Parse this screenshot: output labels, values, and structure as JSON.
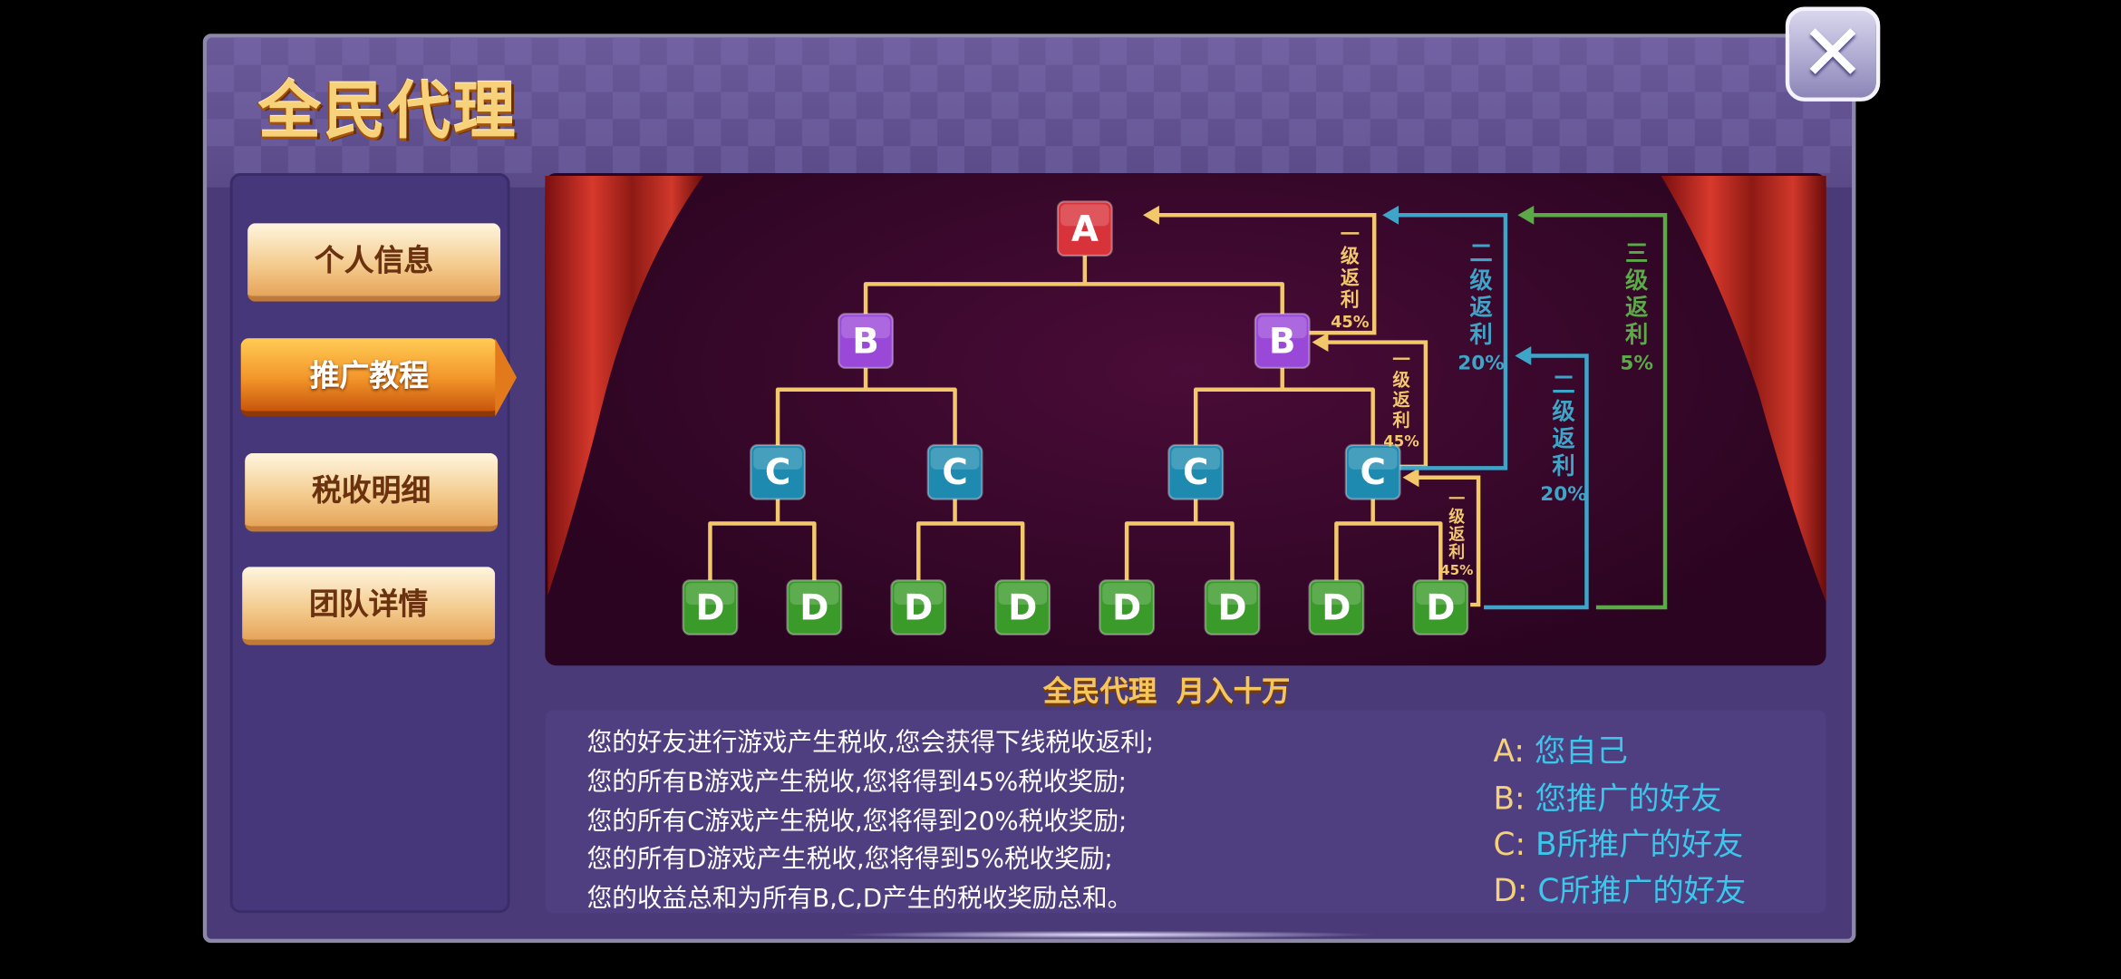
{
  "header": {
    "title": "全民代理",
    "close_icon": "close-icon"
  },
  "sidebar": {
    "items": [
      {
        "label": "个人信息",
        "active": false
      },
      {
        "label": "推广教程",
        "active": true
      },
      {
        "label": "税收明细",
        "active": false
      },
      {
        "label": "团队详情",
        "active": false
      }
    ]
  },
  "diagram": {
    "nodes": {
      "a": "A",
      "b": "B",
      "c": "C",
      "d": "D"
    },
    "labels": {
      "level1_a": [
        "一",
        "级",
        "返",
        "利",
        "45%"
      ],
      "level1_b": [
        "一",
        "级",
        "返",
        "利",
        "45%"
      ],
      "level1_c": [
        "一",
        "级",
        "返",
        "利",
        "45%"
      ],
      "level2_a": [
        "二",
        "级",
        "返",
        "利",
        "20%"
      ],
      "level2_b": [
        "二",
        "级",
        "返",
        "利",
        "20%"
      ],
      "level3": [
        "三",
        "级",
        "返",
        "利",
        "5%"
      ]
    },
    "colors": {
      "level1": "#f2c86a",
      "level2": "#3fa5c8",
      "level3": "#5aaa48",
      "node_a": "#d8333a",
      "node_b": "#9a48d8",
      "node_c": "#1f8ab0",
      "node_d": "#3a9a2a"
    }
  },
  "content": {
    "subtitle": "全民代理  月入十万",
    "lines": [
      "您的好友进行游戏产生税收,您会获得下线税收返利;",
      "您的所有B游戏产生税收,您将得到45%税收奖励;",
      "您的所有C游戏产生税收,您将得到20%税收奖励;",
      "您的所有D游戏产生税收,您将得到5%税收奖励;",
      "您的收益总和为所有B,C,D产生的税收奖励总和。"
    ],
    "legend": [
      {
        "key": "A:",
        "value": "您自己"
      },
      {
        "key": "B:",
        "value": "您推广的好友"
      },
      {
        "key": "C:",
        "value": "B所推广的好友"
      },
      {
        "key": "D:",
        "value": "C所推广的好友"
      }
    ]
  }
}
